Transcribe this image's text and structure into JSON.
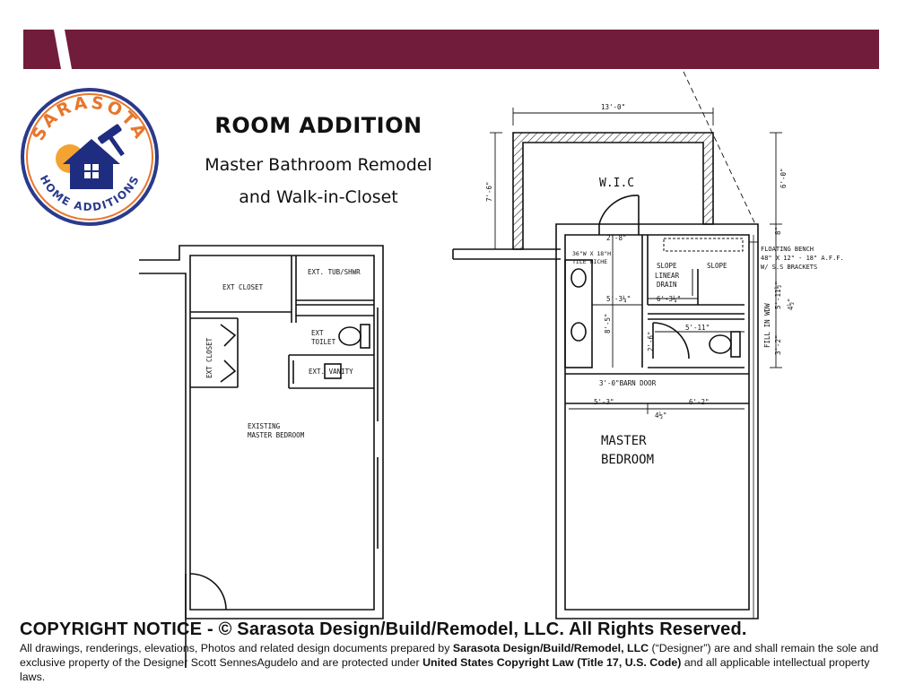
{
  "brand": {
    "banner_color": "#721c3c",
    "logo_ring_color": "#2a3a8c",
    "logo_accent": "#e8762b",
    "logo_top_text": "SARASOTA",
    "logo_bottom_text": "HOME ADDITIONS"
  },
  "title": {
    "main": "ROOM ADDITION",
    "line1": "Master Bathroom Remodel",
    "line2": "and Walk-in-Closet"
  },
  "existing_plan": {
    "ext_closet_top": "EXT CLOSET",
    "ext_tub": "EXT. TUB/SHWR",
    "ext_toilet_1": "EXT",
    "ext_toilet_2": "TOILET",
    "ext_vanity": "EXT. VANITY",
    "ext_closet_side": "EXT CLOSET",
    "bedroom_1": "EXISTING",
    "bedroom_2": "MASTER BEDROOM"
  },
  "proposed_plan": {
    "wic": "W.I.C",
    "dim_top": "13'-0\"",
    "dim_left_wic": "7'-6\"",
    "dim_right_wic": "6'-0\"",
    "dim_door": "2'-8\"",
    "niche_1": "36\"W X 18\"H",
    "niche_2": "TILE NICHE",
    "slope_left": "SLOPE",
    "slope_right": "SLOPE",
    "drain_1": "LINEAR",
    "drain_2": "DRAIN",
    "dim_vanity_w": "5'-3¼\"",
    "dim_shower_w": "6'-3¼\"",
    "dim_wc_w": "5'-11\"",
    "dim_bath_h": "8'-5\"",
    "dim_wc_door": "2'-6\"",
    "bench_1": "FLOATING BENCH",
    "bench_2": "48\" X 12\" - 18\" A.F.F.",
    "bench_3": "W/ S.S BRACKETS",
    "dim_right_1": "8\"",
    "dim_right_2": "5'-11½\"",
    "dim_right_3": "4½\"",
    "dim_right_4": "3'-2\"",
    "fill_window": "FILL IN WDW",
    "barn_door": "3'-0\"BARN DOOR",
    "dim_left_bed": "5'-3\"",
    "dim_right_bed": "6'-2\"",
    "dim_mid_bed": "4½\"",
    "bedroom_1": "MASTER",
    "bedroom_2": "BEDROOM"
  },
  "copyright": {
    "heading": "COPYRIGHT NOTICE - © Sarasota Design/Build/Remodel, LLC. All Rights Reserved.",
    "p1": "All drawings, renderings, elevations, Photos and related design documents prepared by ",
    "company": "Sarasota Design/Build/Remodel, LLC",
    "p2": " (“Designer”) are and shall remain the sole and exclusive property of the Designer Scott SennesAgudelo and are protected under ",
    "law": "United States Copyright Law (Title 17, U.S. Code)",
    "p3": " and all applicable intellectual property laws."
  }
}
